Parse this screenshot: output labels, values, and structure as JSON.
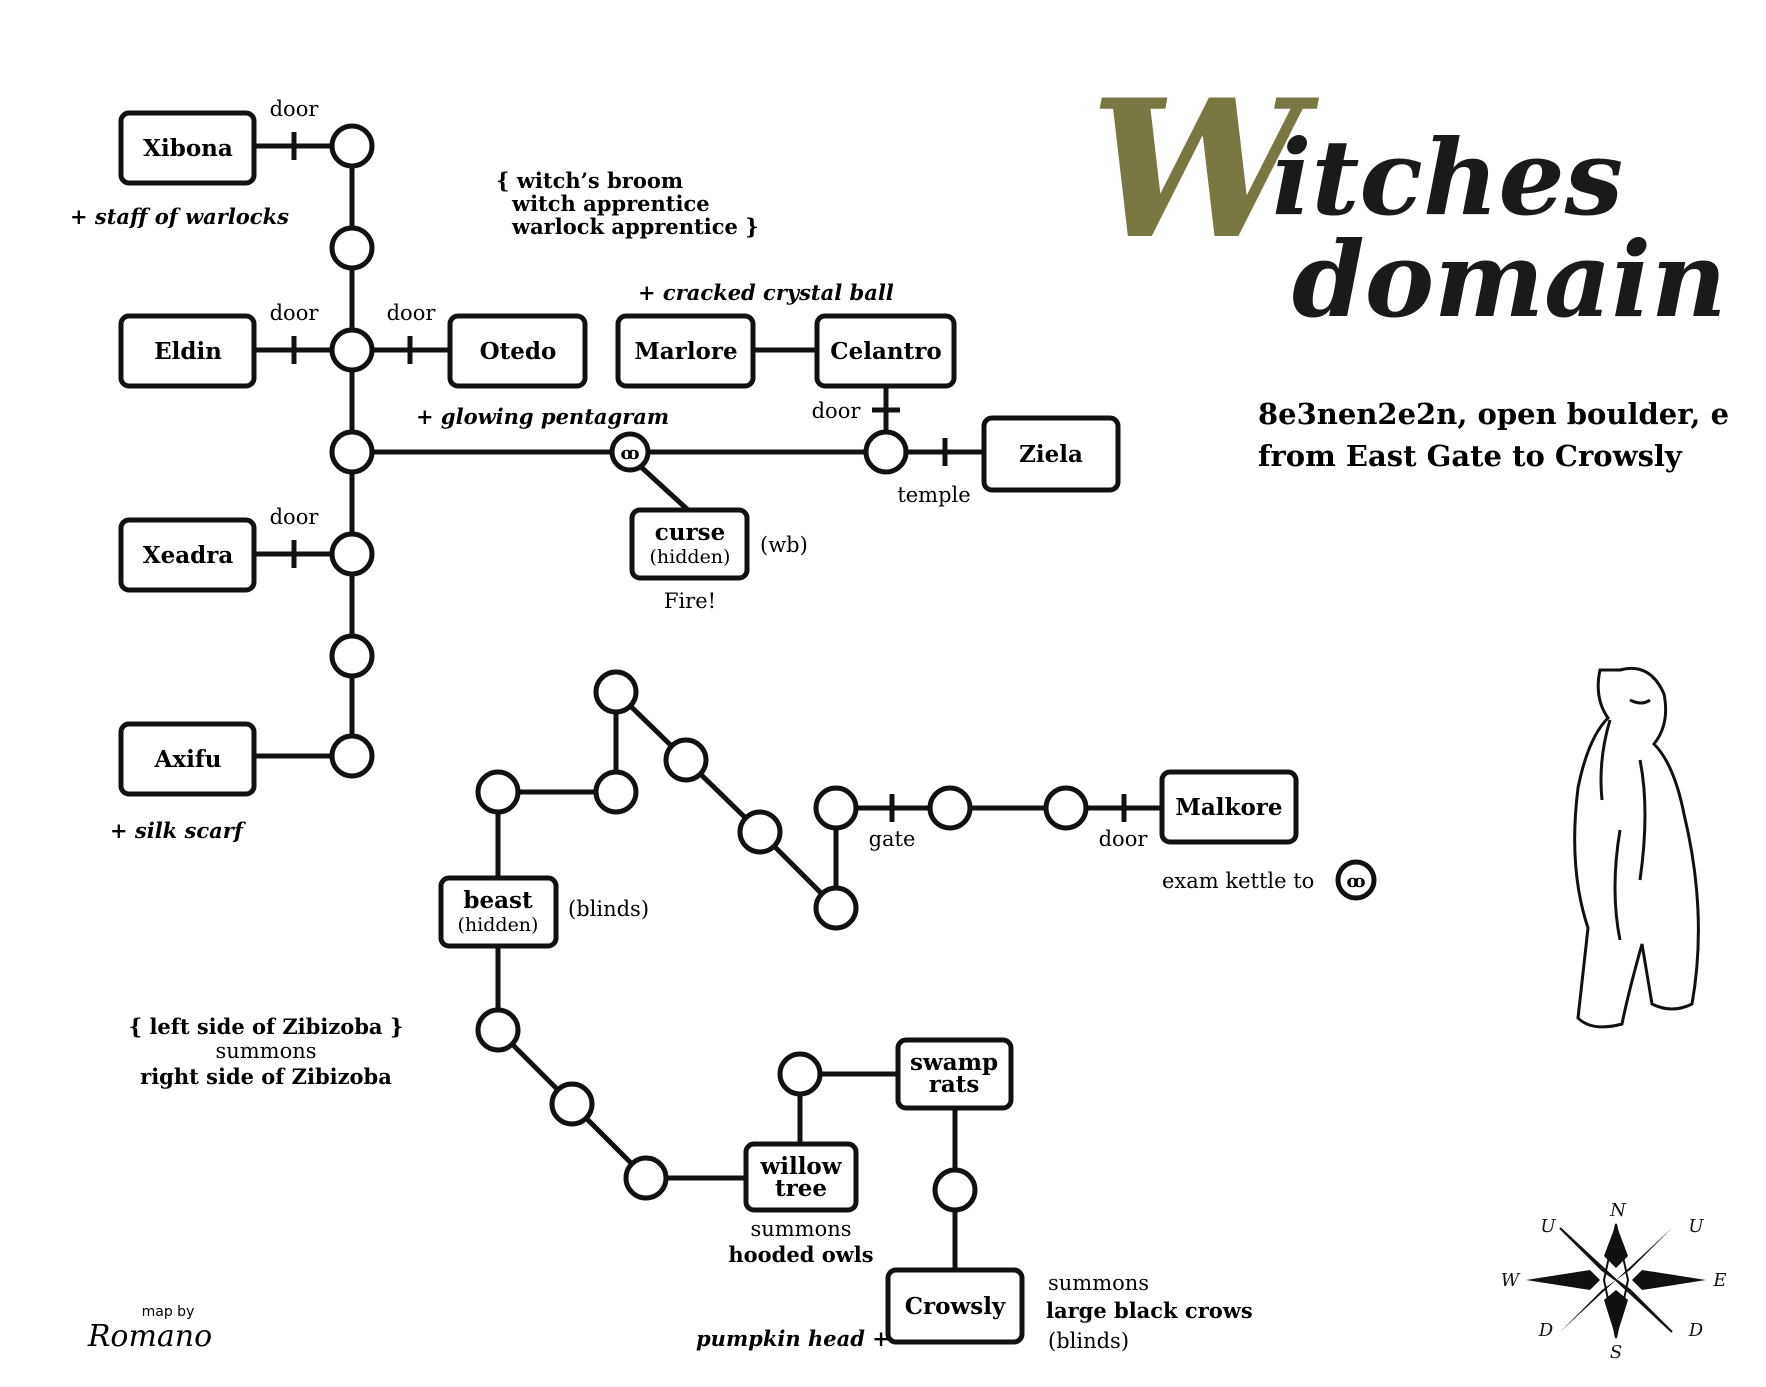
{
  "title": {
    "line1_cap": "W",
    "line1_rest": "itches",
    "line2": "domain"
  },
  "colors": {
    "ink": "#111111",
    "title_accent": "#6b6a2e",
    "title_dark": "#1a1a1a",
    "box_fill": "#ffffff"
  },
  "rooms": {
    "xibona": "Xibona",
    "eldin": "Eldin",
    "otedo": "Otedo",
    "xeadra": "Xeadra",
    "axifu": "Axifu",
    "marlore": "Marlore",
    "celantro": "Celantro",
    "ziela": "Ziela",
    "malkore": "Malkore",
    "crowsly": "Crowsly",
    "curse": {
      "name": "curse",
      "sub": "(hidden)"
    },
    "beast": {
      "name": "beast",
      "sub": "(hidden)"
    },
    "swamp_rats": {
      "line1": "swamp",
      "line2": "rats"
    },
    "willow_tree": {
      "line1": "willow",
      "line2": "tree"
    }
  },
  "passages": {
    "door": "door",
    "temple": "temple",
    "gate": "gate"
  },
  "items": {
    "staff": "+ staff of warlocks",
    "crystal_ball": "+ cracked crystal ball",
    "pentagram": "+ glowing pentagram",
    "silk_scarf": "+ silk scarf",
    "pumpkin_head": "pumpkin head +"
  },
  "notes": {
    "witch_group": [
      "{ witch’s broom",
      "witch apprentice",
      "warlock apprentice }"
    ],
    "wb": "(wb)",
    "fire": "Fire!",
    "blinds_beast": "(blinds)",
    "zibizoba": {
      "left": "{ left side of Zibizoba }",
      "summons": "summons",
      "right": "right side of Zibizoba"
    },
    "willow_summons": {
      "summons": "summons",
      "creature": "hooded owls"
    },
    "crowsly_summons": {
      "summons": "summons",
      "creature": "large black crows",
      "blinds": "(blinds)"
    },
    "exam_kettle": "exam kettle to",
    "kettle_glyph": "ꝏ"
  },
  "hint": {
    "line1": "8e3nen2e2n, open boulder, e",
    "line2": "from East Gate to Crowsly"
  },
  "credit": {
    "by": "map by",
    "author": "Romano"
  },
  "compass": {
    "north": "N",
    "south": "S",
    "east": "E",
    "west": "W",
    "ne": "U",
    "nw": "U",
    "se": "D",
    "sw": "D"
  }
}
